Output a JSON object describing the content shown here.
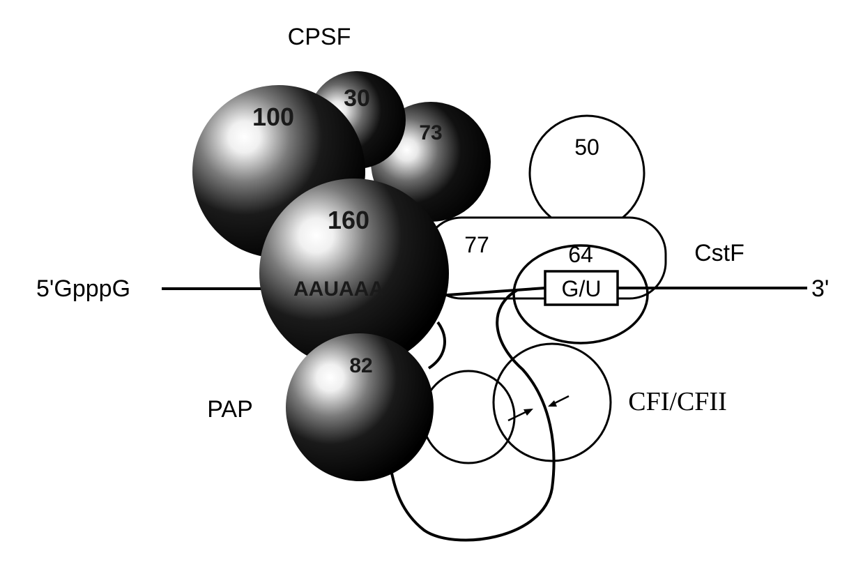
{
  "complexes": {
    "cpsf": {
      "name": "CPSF",
      "subunits": {
        "s100": "100",
        "s30": "30",
        "s73": "73",
        "s160": "160"
      },
      "rna_element": "AAUAAA"
    },
    "cstf": {
      "name": "CstF",
      "subunits": {
        "s50": "50",
        "s77": "77",
        "s64": "64"
      },
      "rna_element": "G/U"
    },
    "cfi_cfii": {
      "name": "CFI/CFII"
    },
    "pap": {
      "name": "PAP",
      "subunit": "82"
    }
  },
  "rna": {
    "five_prime": "5'GpppG",
    "three_prime": "3'"
  },
  "colors": {
    "ink": "#000000",
    "background": "#ffffff",
    "highlight": "#ffffff"
  }
}
